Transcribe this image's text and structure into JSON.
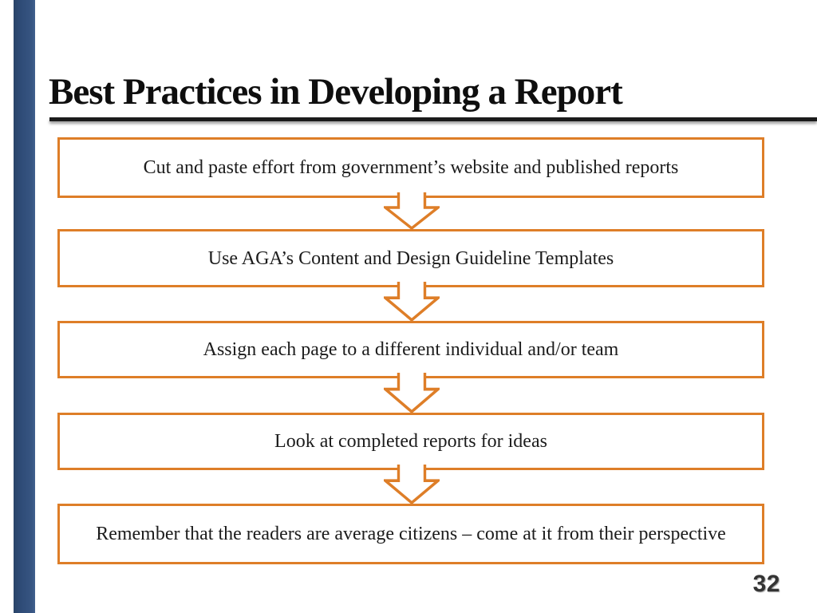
{
  "slide": {
    "title": "Best Practices in Developing a Report",
    "page_number": "32",
    "steps": [
      "Cut and paste effort from government’s website and published reports",
      "Use AGA’s Content and Design Guideline Templates",
      "Assign each page to a different individual and/or team",
      "Look at completed reports for ideas",
      "Remember that the readers are average citizens – come at it from their perspective"
    ],
    "colors": {
      "accent_orange": "#DE7E28",
      "accent_blue": "#2E4B76"
    }
  }
}
